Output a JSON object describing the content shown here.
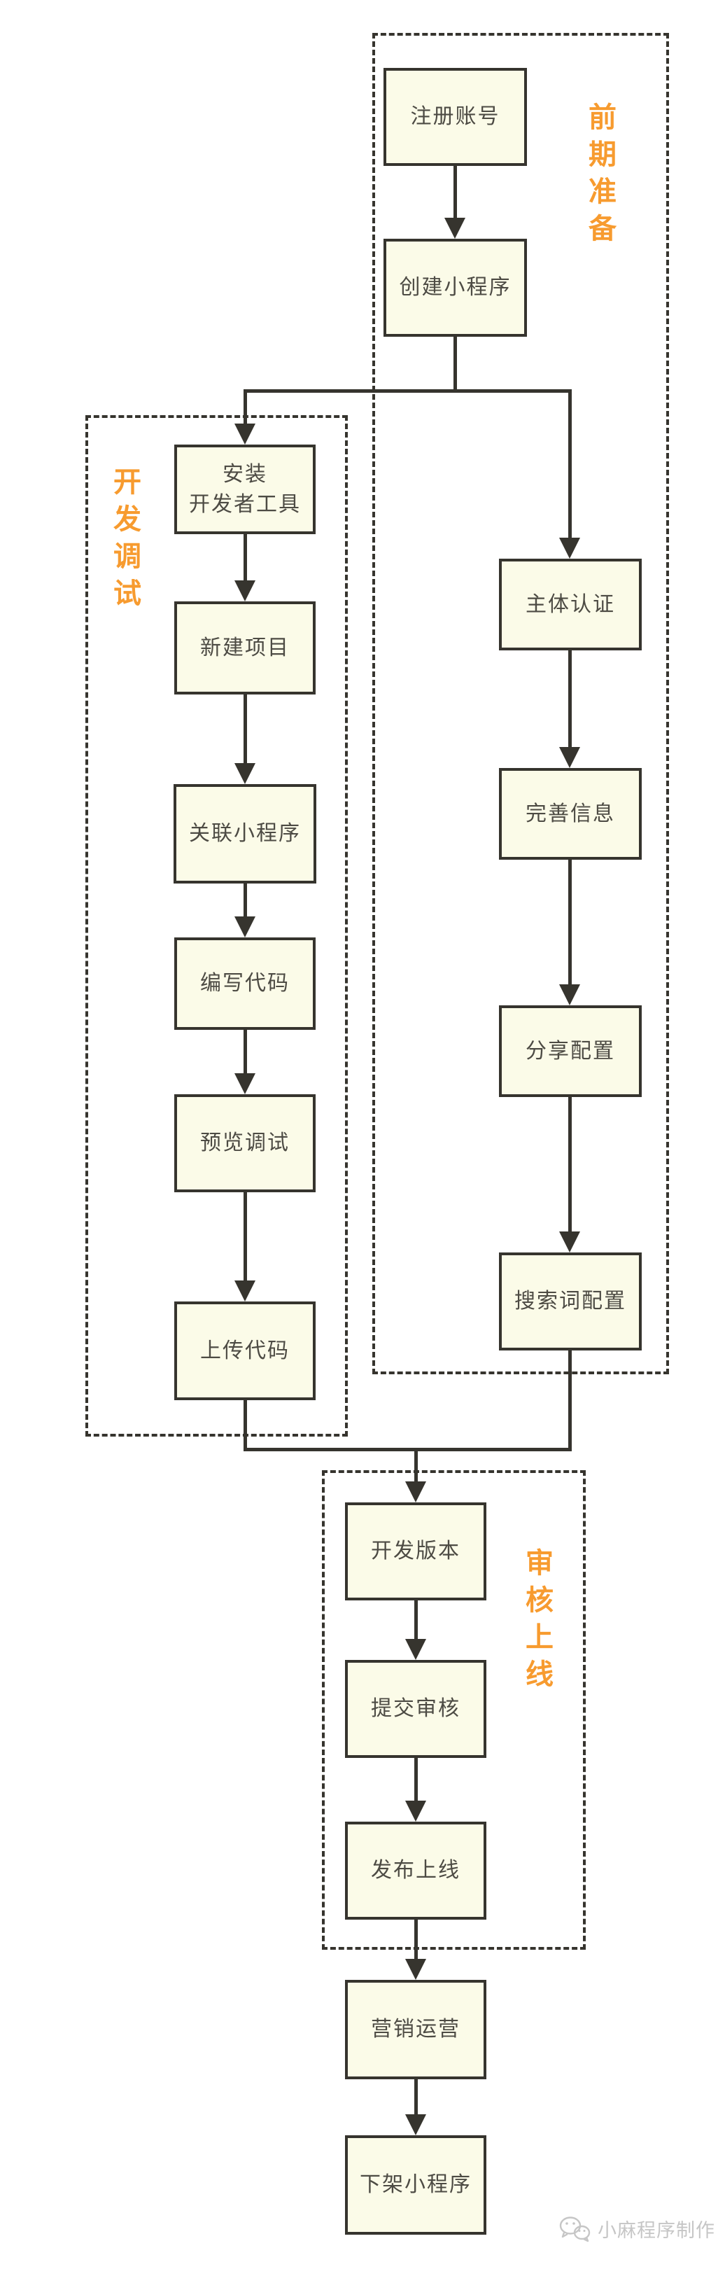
{
  "sections": [
    {
      "id": "prep",
      "label": "前期准备"
    },
    {
      "id": "dev",
      "label": "开发调试"
    },
    {
      "id": "review",
      "label": "审核上线"
    }
  ],
  "nodes": [
    {
      "id": "register",
      "label": "注册账号"
    },
    {
      "id": "create",
      "label": "创建小程序"
    },
    {
      "id": "install",
      "label": "安装\n开发者工具"
    },
    {
      "id": "new-project",
      "label": "新建项目"
    },
    {
      "id": "link",
      "label": "关联小程序"
    },
    {
      "id": "code",
      "label": "编写代码"
    },
    {
      "id": "preview",
      "label": "预览调试"
    },
    {
      "id": "upload",
      "label": "上传代码"
    },
    {
      "id": "verify",
      "label": "主体认证"
    },
    {
      "id": "info",
      "label": "完善信息"
    },
    {
      "id": "share",
      "label": "分享配置"
    },
    {
      "id": "search",
      "label": "搜索词配置"
    },
    {
      "id": "dev-version",
      "label": "开发版本"
    },
    {
      "id": "submit",
      "label": "提交审核"
    },
    {
      "id": "publish",
      "label": "发布上线"
    },
    {
      "id": "marketing",
      "label": "营销运营"
    },
    {
      "id": "takedown",
      "label": "下架小程序"
    }
  ],
  "watermark": {
    "label": "小麻程序制作",
    "icon": "wechat-icon"
  },
  "colors": {
    "background": "#FFFFFF",
    "node_fill": "#FBFBE8",
    "line": "#36342E",
    "node_text": "#4D4B44",
    "section_label": "#F79B2F",
    "watermark": "#C6C6C6"
  }
}
